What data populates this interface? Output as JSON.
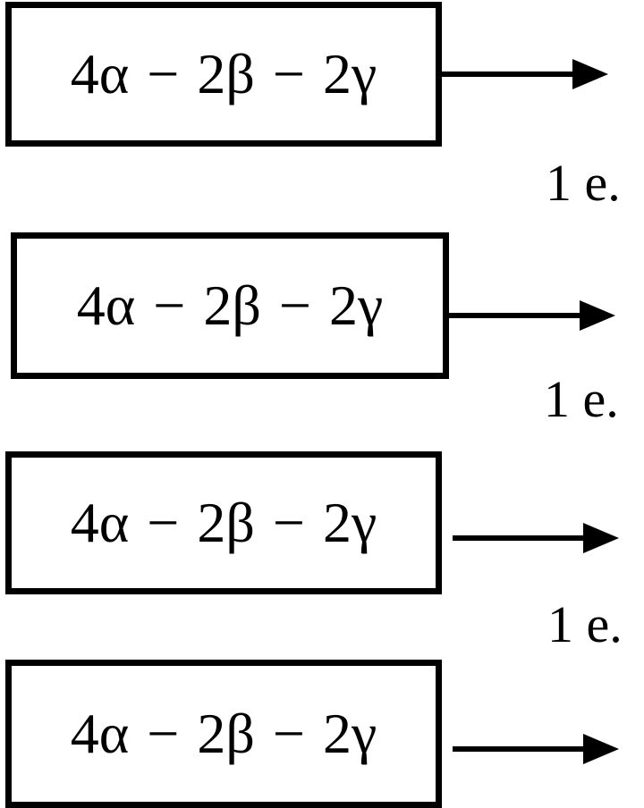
{
  "diagram": {
    "rows": [
      {
        "expression": "4α − 2β − 2γ",
        "note": "1 e."
      },
      {
        "expression": "4α − 2β − 2γ",
        "note": "1 e."
      },
      {
        "expression": "4α − 2β − 2γ",
        "note": "1 e."
      },
      {
        "expression": "4α − 2β − 2γ"
      }
    ],
    "colors": {
      "stroke": "#000000",
      "background": "#ffffff"
    }
  }
}
